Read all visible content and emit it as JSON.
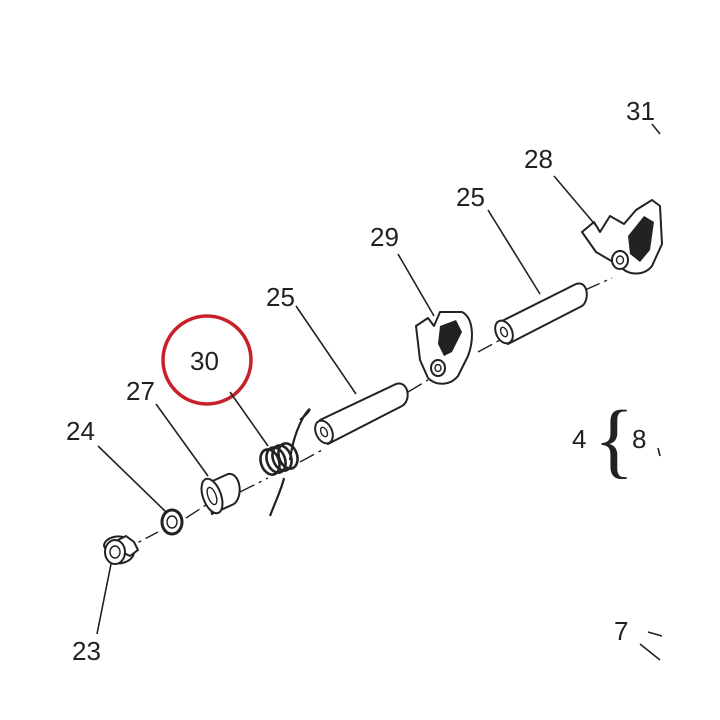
{
  "labels": {
    "l23": "23",
    "l24": "24",
    "l27": "27",
    "l30": "30",
    "l25a": "25",
    "l29": "29",
    "l25b": "25",
    "l28": "28",
    "l31": "31",
    "l4": "4",
    "l8": "8",
    "l7": "7"
  },
  "highlight": {
    "color": "#c8202a",
    "target": "30"
  },
  "colors": {
    "ink": "#222222",
    "background": "#ffffff"
  }
}
